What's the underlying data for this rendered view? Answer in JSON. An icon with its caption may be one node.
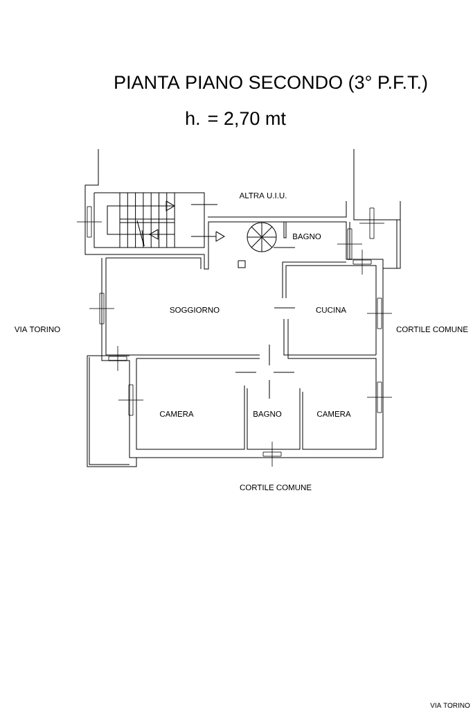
{
  "diagram": {
    "title": "PIANTA PIANO SECONDO (3° P.F.T.)",
    "labels": [
      "h. = 2,70 mt",
      "ALTRA U.I.U.",
      "BAGNO",
      "VIA TORINO",
      "SOGGIORNO",
      "CUCINA",
      "CORTILE COMUNE",
      "CAMERA",
      "BAGNO",
      "CAMERA",
      "CORTILE COMUNE",
      "VIA TORINO"
    ]
  }
}
